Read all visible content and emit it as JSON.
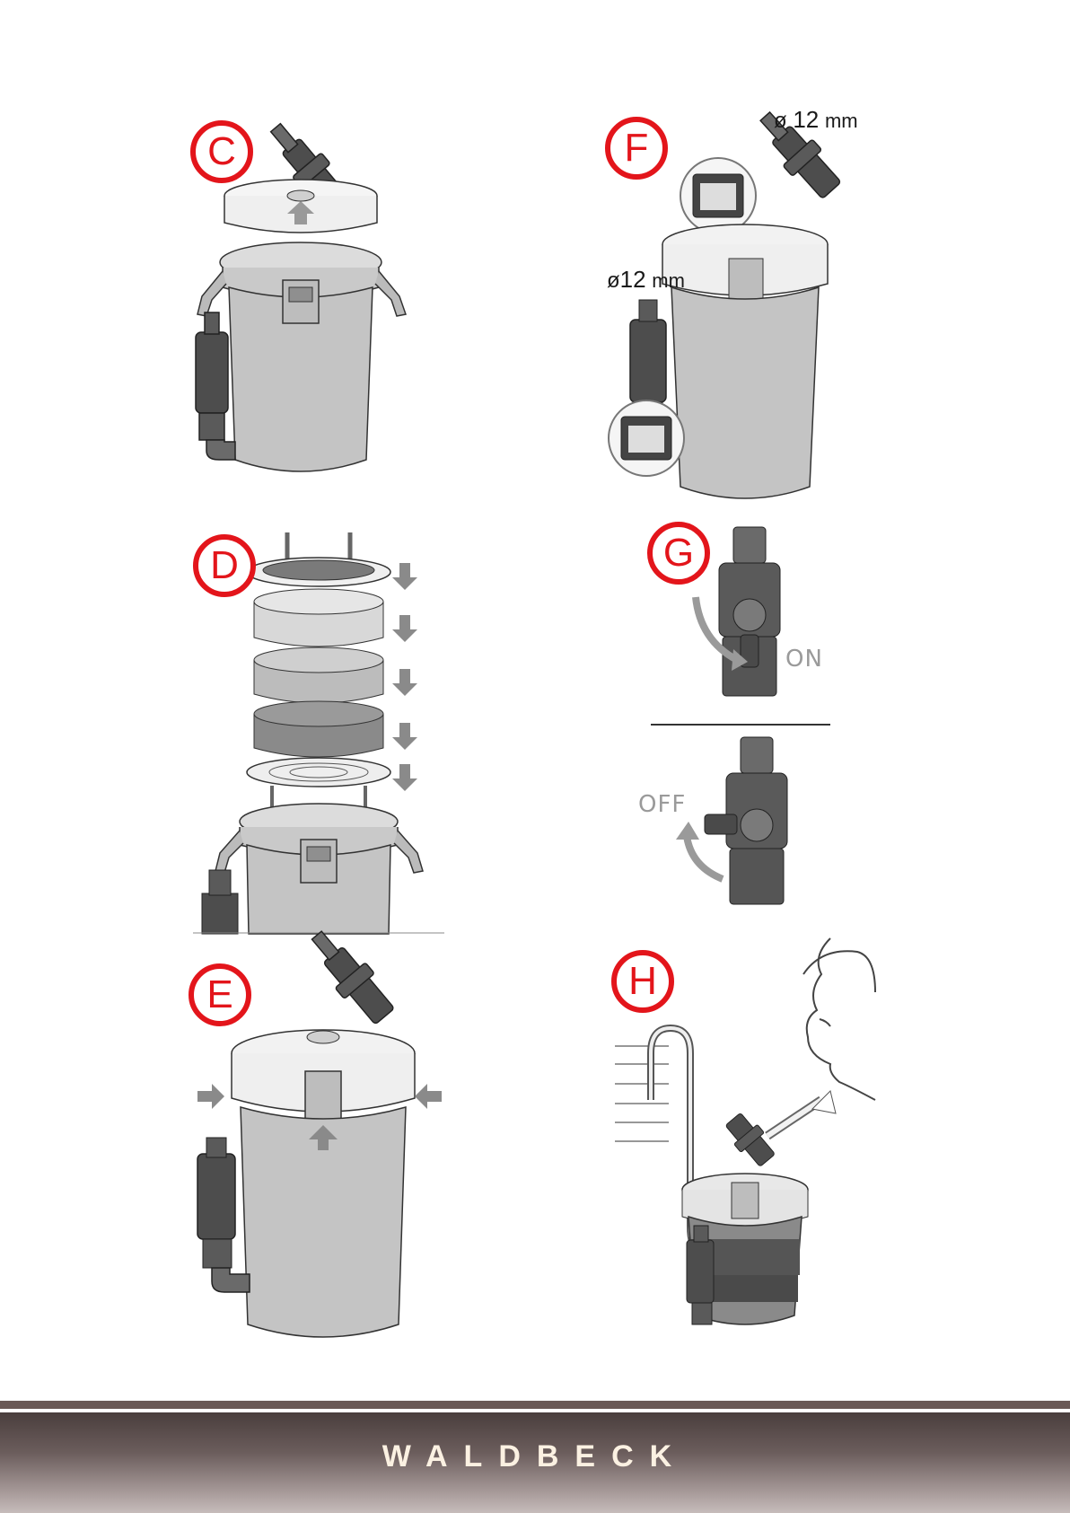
{
  "steps": {
    "c": {
      "badge": "C"
    },
    "d": {
      "badge": "D"
    },
    "e": {
      "badge": "E"
    },
    "f": {
      "badge": "F",
      "dim_top_symbol": "ø",
      "dim_top_value": "12",
      "dim_top_unit": "mm",
      "dim_side_symbol": "ø",
      "dim_side_value": "12",
      "dim_side_unit": "mm"
    },
    "g": {
      "badge": "G",
      "on_label": "ON",
      "off_label": "OFF"
    },
    "h": {
      "badge": "H"
    }
  },
  "footer": {
    "brand": "WALDBECK"
  },
  "colors": {
    "badge_red": "#e3151b",
    "footer_dark": "#4a3e3d",
    "footer_light": "#c6bcbb",
    "brand_text": "#fbf1e2"
  }
}
